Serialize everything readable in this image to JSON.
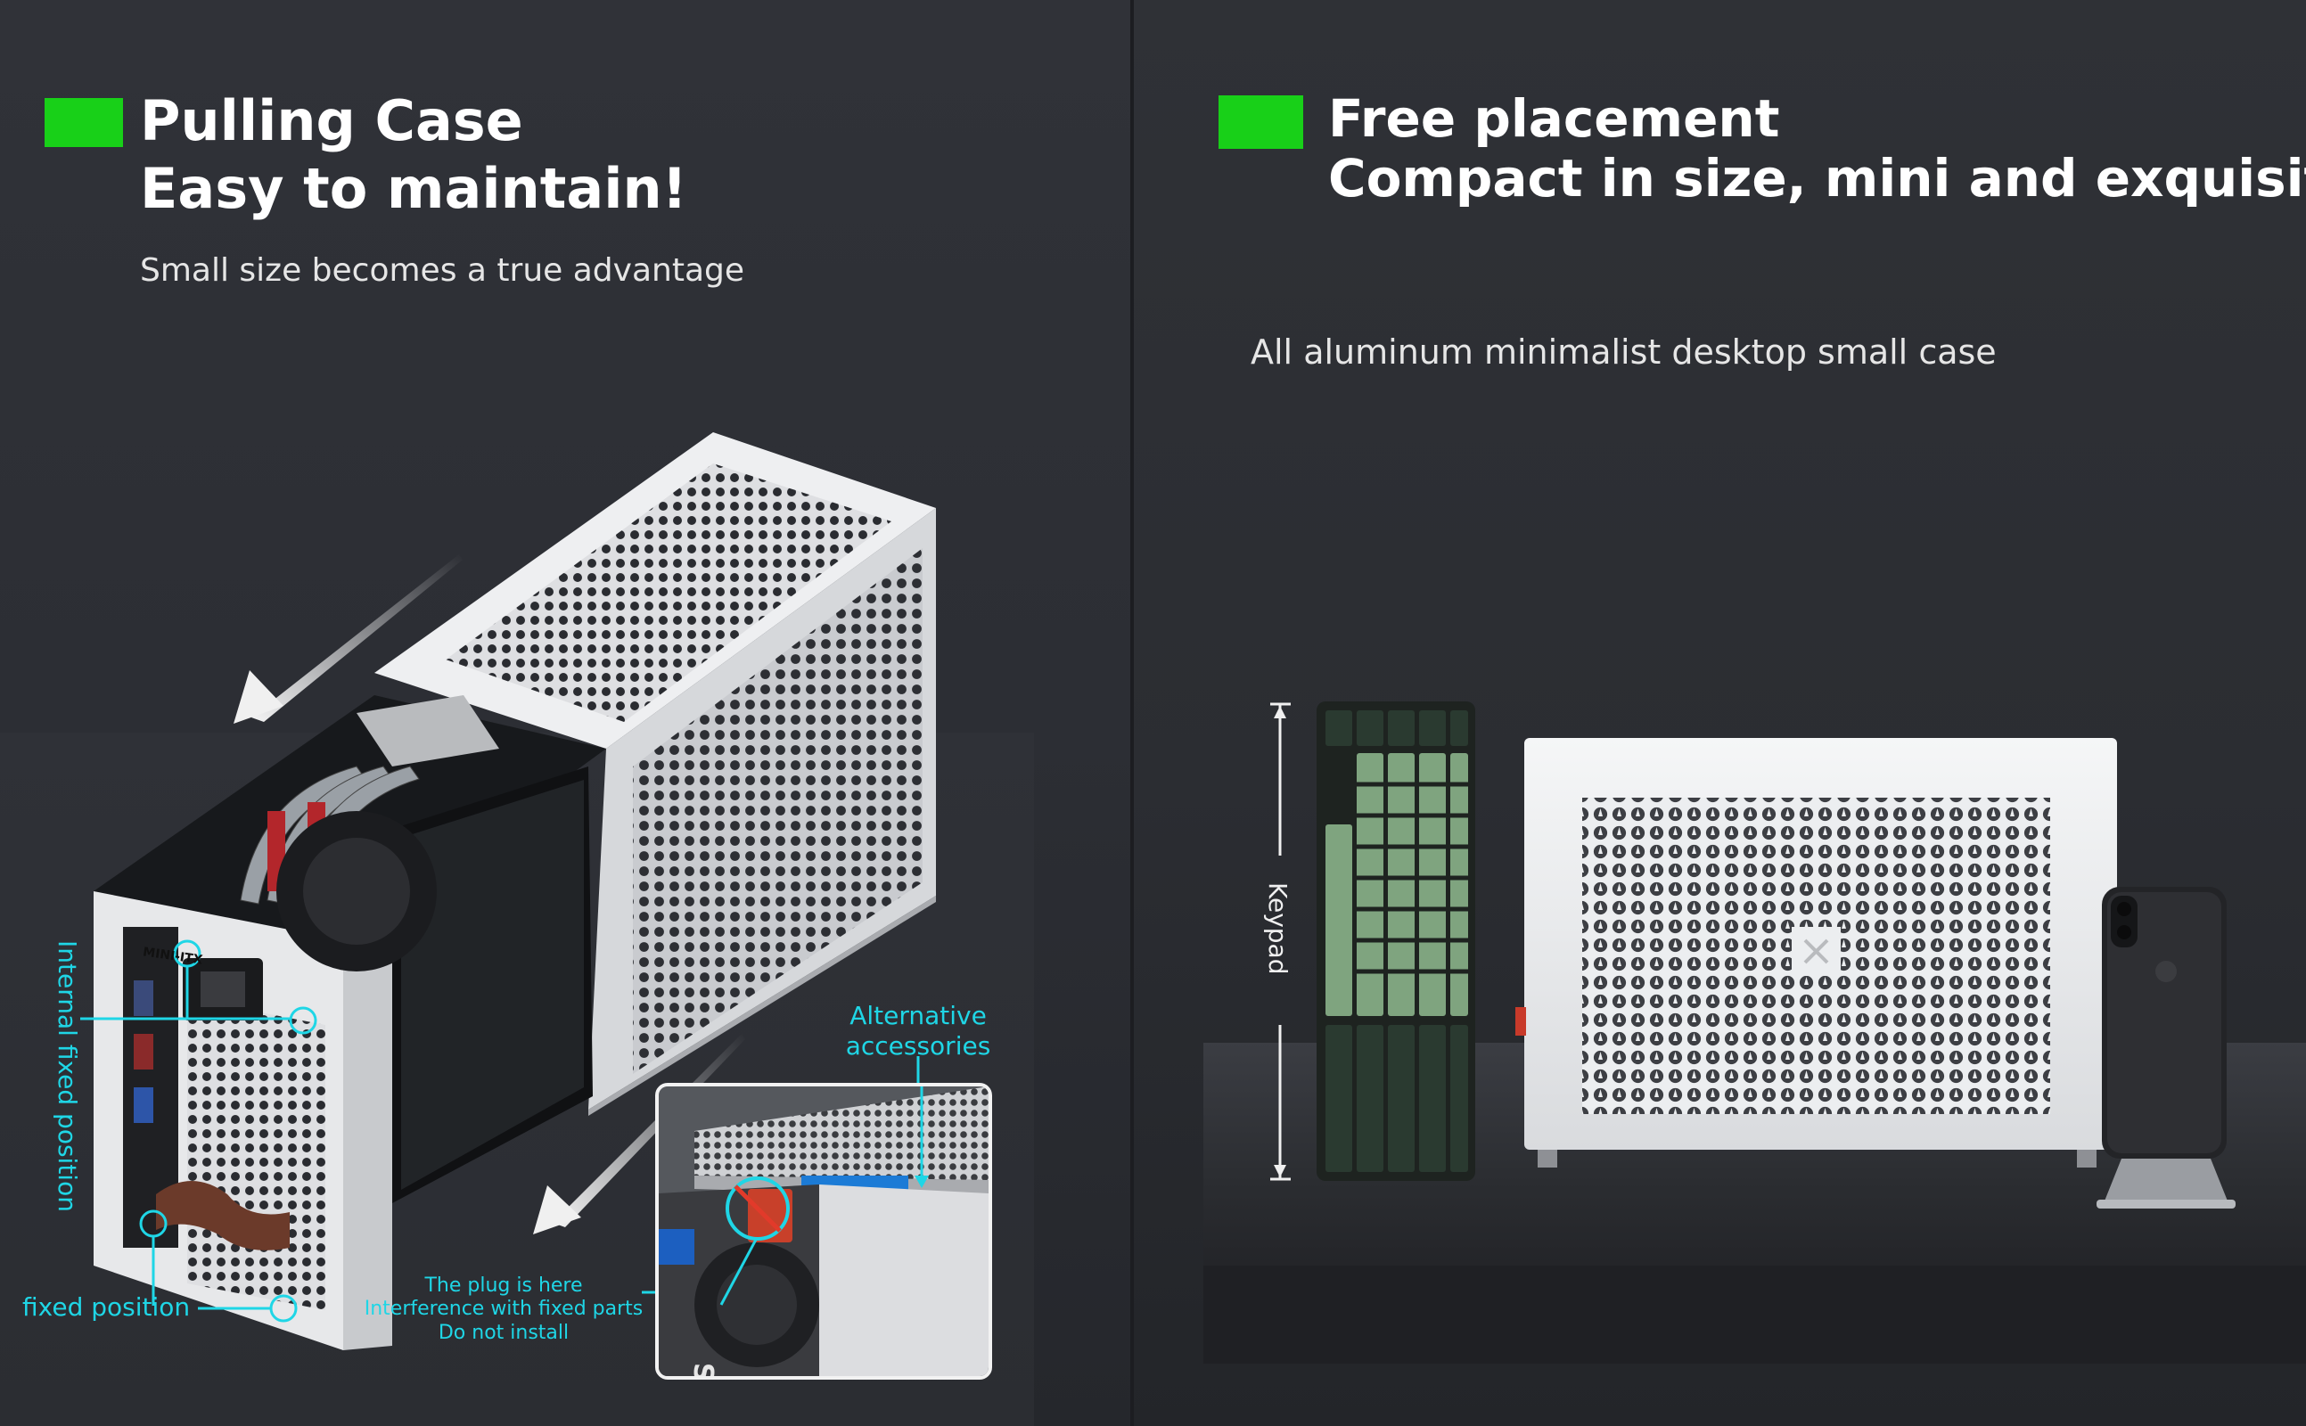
{
  "left_panel": {
    "headline_line1": "Pulling Case",
    "headline_line2": "Easy to maintain!",
    "subheadline": "Small size becomes a true advantage",
    "callouts": {
      "internal_fixed_position": "Internal fixed position",
      "fixed_position": "fixed position",
      "alternative_line1": "Alternative",
      "alternative_line2": "accessories",
      "plug_line1": "The plug is here",
      "plug_line2": "Interference with fixed parts",
      "plug_line3": "Do not install"
    },
    "board_label": "MINI-ITX"
  },
  "right_panel": {
    "headline_line1": "Free placement",
    "headline_line2": "Compact in size, mini and exquisite",
    "subheadline": "All aluminum minimalist desktop small case",
    "keypad_label": "Keypad"
  },
  "colors": {
    "accent_green": "#18d018",
    "callout_cyan": "#1fd6e6",
    "case_silver": "#e4e5e7",
    "keycap_green": "#7fa47f",
    "keycap_dark": "#2a3a30"
  }
}
